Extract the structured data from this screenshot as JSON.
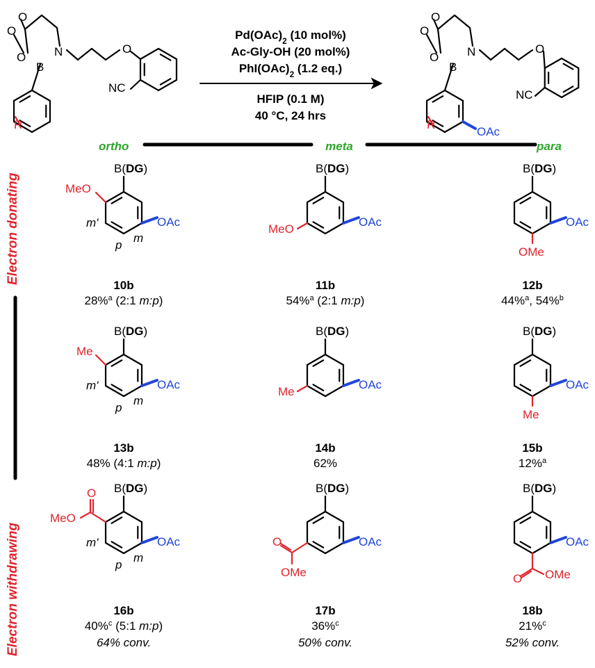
{
  "scheme": {
    "reagents": {
      "line1": "Pd(OAc)",
      "line1_sub": "2",
      "line1_tail": " (10 mol%)",
      "line2": "Ac-Gly-OH (20 mol%)",
      "line3": "PhI(OAc)",
      "line3_sub": "2",
      "line3_tail": " (1.2 eq.)",
      "line4": "HFIP (0.1 M)",
      "line5": "40 °C, 24 hrs"
    },
    "start_labels": {
      "r": "R",
      "nc": "NC"
    },
    "product_labels": {
      "r": "R",
      "nc": "NC",
      "oac": "OAc"
    },
    "atoms": {
      "o": "O",
      "b": "B",
      "n": "N"
    }
  },
  "positions": {
    "ortho": "ortho",
    "meta": "meta",
    "para": "para"
  },
  "groups": {
    "donating": "Electron donating",
    "withdrawing": "Electron withdrawing"
  },
  "common": {
    "b_prefix": "B(",
    "dg": "DG",
    "b_suffix": ")",
    "oac": "OAc",
    "m": "m",
    "m_prime": "m'",
    "p": "p"
  },
  "substituents": {
    "meo": "MeO",
    "ome": "OMe",
    "me": "Me",
    "o": "O",
    "meo_ester": "MeO",
    "ome_ester": "OMe"
  },
  "compounds": [
    {
      "id": "10b",
      "yield": "28%",
      "sup": "a",
      "ratio_pre": " (2:1 ",
      "ratio": "m:p",
      "ratio_post": ")"
    },
    {
      "id": "11b",
      "yield": "54%",
      "sup": "a",
      "ratio_pre": " (2:1 ",
      "ratio": "m:p",
      "ratio_post": ")"
    },
    {
      "id": "12b",
      "yield": "44%",
      "sup": "a",
      "yield2": ", 54%",
      "sup2": "b"
    },
    {
      "id": "13b",
      "yield": "48% (4:1 ",
      "ratio": "m:p",
      "ratio_post": ")"
    },
    {
      "id": "14b",
      "yield": "62%"
    },
    {
      "id": "15b",
      "yield": "12%",
      "sup": "a"
    },
    {
      "id": "16b",
      "yield": "40%",
      "sup": "c",
      "ratio_pre": " (5:1 ",
      "ratio": "m:p",
      "ratio_post": ")",
      "conv": "64% conv."
    },
    {
      "id": "17b",
      "yield": "36%",
      "sup": "c",
      "conv": "50% conv."
    },
    {
      "id": "18b",
      "yield": "21%",
      "sup": "c",
      "conv": "52% conv."
    }
  ],
  "colors": {
    "green": "#2fa52a",
    "red": "#e0242c",
    "blue": "#2046d8",
    "black": "#000000"
  }
}
